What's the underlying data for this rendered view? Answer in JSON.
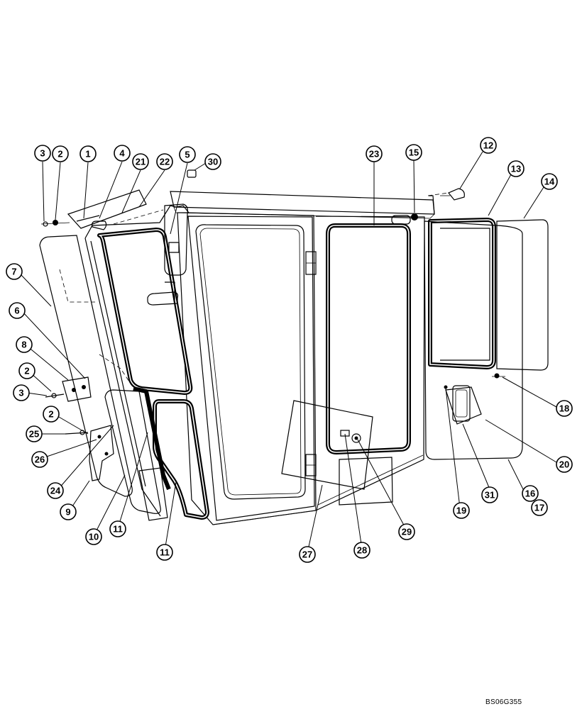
{
  "diagram": {
    "reference_code": "BS06G355",
    "callouts": [
      {
        "id": "c3a",
        "label": "3"
      },
      {
        "id": "c2a",
        "label": "2"
      },
      {
        "id": "c1",
        "label": "1"
      },
      {
        "id": "c4",
        "label": "4"
      },
      {
        "id": "c21",
        "label": "21"
      },
      {
        "id": "c22",
        "label": "22"
      },
      {
        "id": "c5",
        "label": "5"
      },
      {
        "id": "c30",
        "label": "30"
      },
      {
        "id": "c7",
        "label": "7"
      },
      {
        "id": "c6",
        "label": "6"
      },
      {
        "id": "c8",
        "label": "8"
      },
      {
        "id": "c2b",
        "label": "2"
      },
      {
        "id": "c3b",
        "label": "3"
      },
      {
        "id": "c2c",
        "label": "2"
      },
      {
        "id": "c25",
        "label": "25"
      },
      {
        "id": "c26",
        "label": "26"
      },
      {
        "id": "c24",
        "label": "24"
      },
      {
        "id": "c9",
        "label": "9"
      },
      {
        "id": "c10",
        "label": "10"
      },
      {
        "id": "c11a",
        "label": "11"
      },
      {
        "id": "c11b",
        "label": "11"
      },
      {
        "id": "c23",
        "label": "23"
      },
      {
        "id": "c15",
        "label": "15"
      },
      {
        "id": "c12",
        "label": "12"
      },
      {
        "id": "c13",
        "label": "13"
      },
      {
        "id": "c14",
        "label": "14"
      },
      {
        "id": "c18",
        "label": "18"
      },
      {
        "id": "c20",
        "label": "20"
      },
      {
        "id": "c16",
        "label": "16"
      },
      {
        "id": "c17",
        "label": "17"
      },
      {
        "id": "c31",
        "label": "31"
      },
      {
        "id": "c19",
        "label": "19"
      },
      {
        "id": "c27",
        "label": "27"
      },
      {
        "id": "c28",
        "label": "28"
      },
      {
        "id": "c29",
        "label": "29"
      }
    ]
  }
}
